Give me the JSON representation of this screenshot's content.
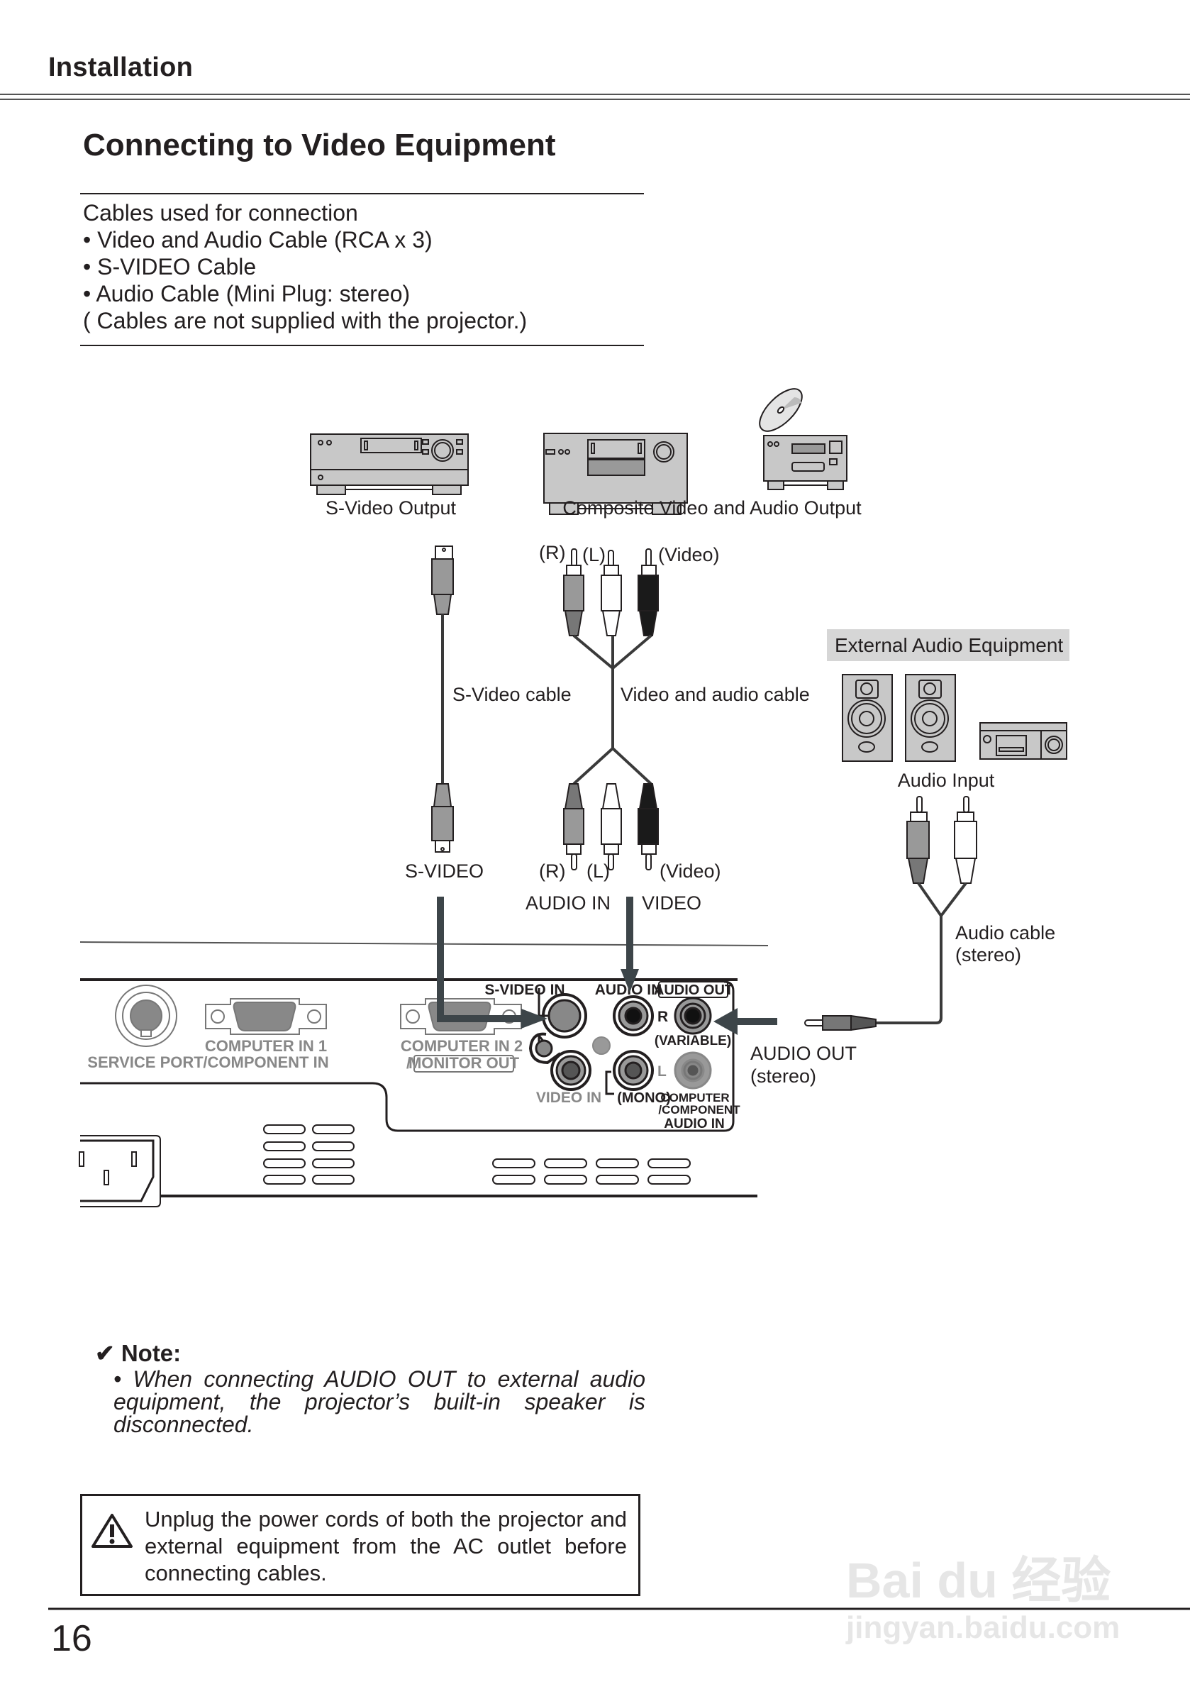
{
  "header": {
    "section": "Installation"
  },
  "page_title": "Connecting to Video Equipment",
  "cables": {
    "heading": "Cables used for connection",
    "items": [
      "• Video and Audio Cable (RCA x 3)",
      "• S-VIDEO Cable",
      "• Audio Cable (Mini Plug: stereo)"
    ],
    "footnote": "( Cables are not supplied with the projector.)"
  },
  "diagram": {
    "sources": {
      "svideo_output": "S-Video Output",
      "composite_output": "Composite Video and Audio Output"
    },
    "cable_labels": {
      "svideo_cable": "S-Video cable",
      "video_audio_cable": "Video and audio cable",
      "audio_cable_line1": "Audio cable",
      "audio_cable_line2": "(stereo)"
    },
    "plug_labels": {
      "r": "(R)",
      "l": "(L)",
      "video": "(Video)"
    },
    "jack_labels": {
      "svideo": "S-VIDEO",
      "audio_in": "AUDIO IN",
      "video": "VIDEO",
      "audio_out_line1": "AUDIO OUT",
      "audio_out_line2": "(stereo)"
    },
    "external_audio": {
      "title": "External Audio Equipment",
      "input_label": "Audio Input"
    },
    "panel": {
      "service_port": "SERVICE PORT",
      "computer_in_1_line1": "COMPUTER IN 1",
      "computer_in_1_line2": "/COMPONENT IN",
      "computer_in_2_line1": "COMPUTER IN 2",
      "computer_in_2_line2_prefix": "/",
      "monitor_out": "MONITOR OUT",
      "svideo_in": "S-VIDEO IN",
      "audio_in": "AUDIO IN",
      "audio_out": "AUDIO OUT",
      "r": "R",
      "l": "L",
      "variable": "(VARIABLE)",
      "video_in": "VIDEO IN",
      "mono": "(MONO)",
      "comp_audio_line1": "COMPUTER",
      "comp_audio_line2": "/COMPONENT",
      "comp_audio_line3": "AUDIO IN"
    }
  },
  "note": {
    "icon": "checkmark-icon",
    "heading": "Note:",
    "text": "• When connecting AUDIO OUT to external audio equipment, the projector’s built-in speaker is disconnected."
  },
  "warning": {
    "icon": "warning-triangle-icon",
    "text": "Unplug the power cords of both the projector and external equipment from the AC outlet before connecting cables."
  },
  "page_number": "16",
  "watermark": {
    "logo": "Bai du 经验",
    "url": "jingyan.baidu.com"
  }
}
